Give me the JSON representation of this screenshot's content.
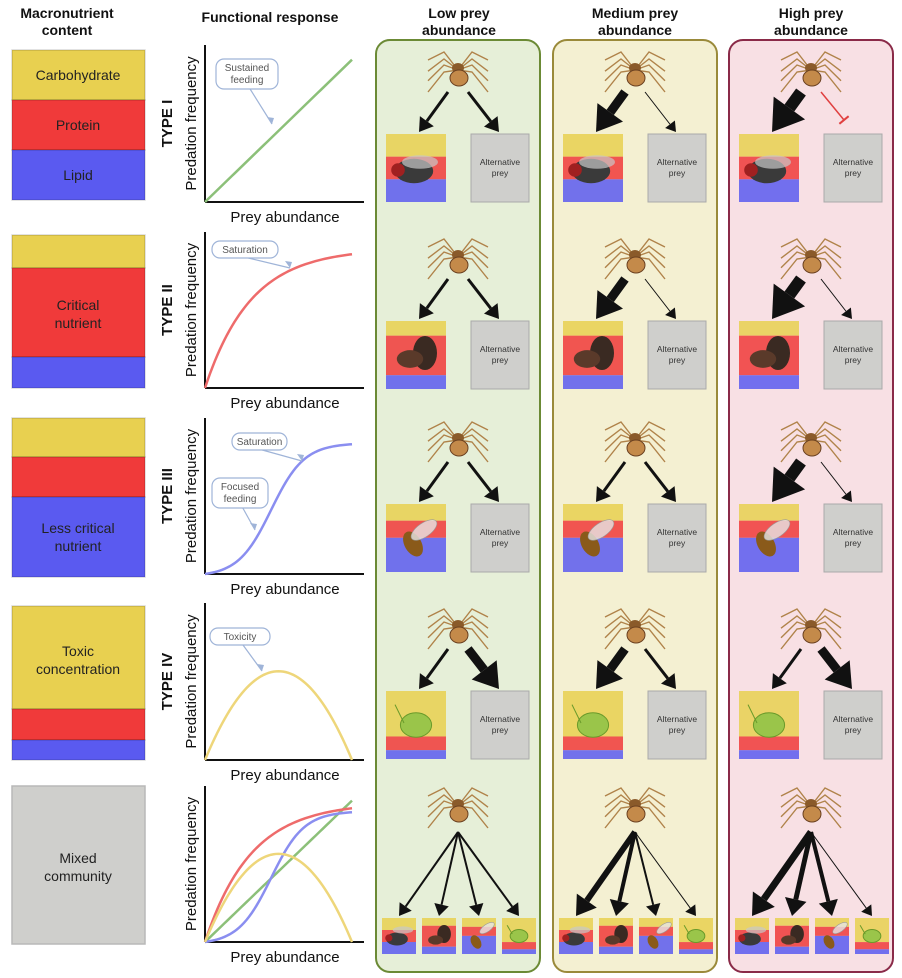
{
  "headers": {
    "macro": [
      "Macronutrient",
      "content"
    ],
    "functional": "Functional response",
    "low": [
      "Low prey",
      "abundance"
    ],
    "medium": [
      "Medium prey",
      "abundance"
    ],
    "high": [
      "High prey",
      "abundance"
    ]
  },
  "colors": {
    "carb": "#e8d050",
    "protein": "#f03a3a",
    "lipid": "#5a5af0",
    "alt": "#cfcfcc",
    "low_bg": "#e6efd8",
    "low_border": "#6b8a35",
    "med_bg": "#f4f0d2",
    "med_border": "#9a8a3a",
    "high_bg": "#f8e0e4",
    "high_border": "#8a2a48",
    "type1": "#8cc079",
    "type2": "#ee6b6b",
    "type3": "#8a8ef0",
    "type4": "#eed67a",
    "callout": "#9fb4d8",
    "inhibit": "#e04040"
  },
  "rows": [
    {
      "macro_labels": [
        "Carbohydrate",
        "Protein",
        "Lipid"
      ],
      "type_label": "TYPE I",
      "callouts": [
        "Sustained\nfeeding"
      ],
      "prey": "fly"
    },
    {
      "macro_labels": [
        "Critical",
        "nutrient"
      ],
      "type_label": "TYPE II",
      "callouts": [
        "Saturation"
      ],
      "prey": "beetle"
    },
    {
      "macro_labels": [
        "Less critical",
        "nutrient"
      ],
      "type_label": "TYPE III",
      "callouts": [
        "Saturation",
        "Focused\nfeeding"
      ],
      "prey": "wasp"
    },
    {
      "macro_labels": [
        "Toxic",
        "concentration"
      ],
      "type_label": "TYPE IV",
      "callouts": [
        "Toxicity"
      ],
      "prey": "aphid"
    },
    {
      "macro_labels": [
        "Mixed",
        "community"
      ],
      "type_label": "",
      "callouts": [],
      "prey": "mixed"
    }
  ],
  "axis": {
    "x_label": "Prey abundance",
    "y_label": "Predation frequency"
  },
  "alt_prey_label": [
    "Alternative",
    "prey"
  ],
  "icons": [
    "spider-icon",
    "fly-icon",
    "beetle-icon",
    "wasp-icon",
    "aphid-icon"
  ]
}
